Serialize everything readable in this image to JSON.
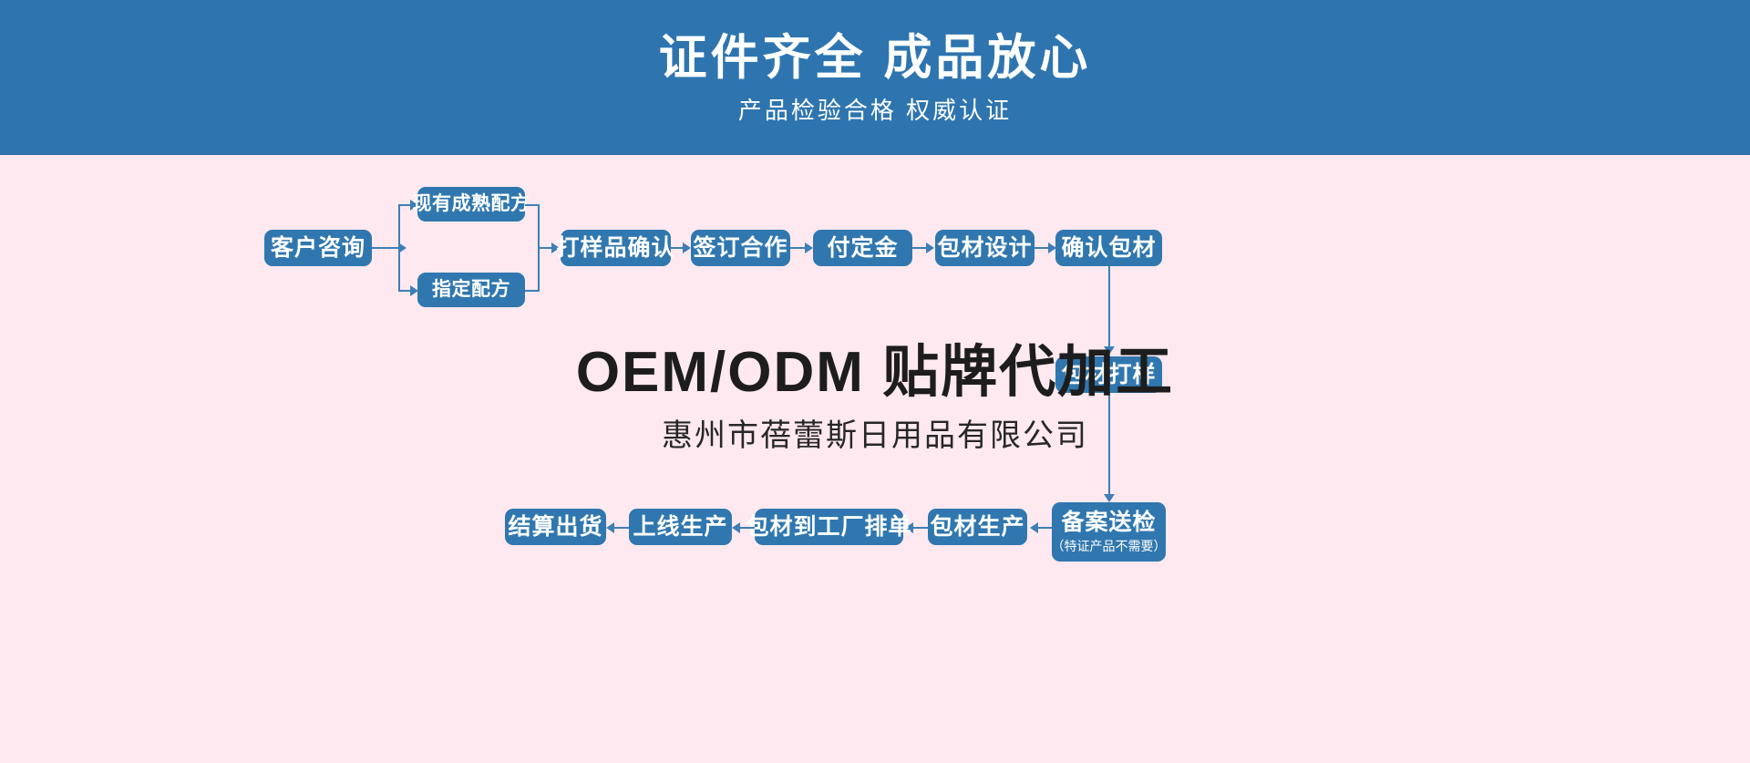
{
  "banner": {
    "title": "证件齐全 成品放心",
    "subtitle": "产品检验合格 权威认证",
    "bg_color": "#2e75b0",
    "text_color": "#ffffff"
  },
  "page": {
    "background_color": "#fde9ef",
    "node_color": "#3077af",
    "connector_color": "#3d7fb5"
  },
  "center": {
    "title": "OEM/ODM 贴牌代加工",
    "company": "惠州市蓓蕾斯日用品有限公司"
  },
  "flow": {
    "nodes": {
      "customer_inquiry": {
        "label": "客户咨询"
      },
      "existing_formula": {
        "label": "现有成熟配方"
      },
      "custom_formula": {
        "label": "指定配方"
      },
      "sample_confirm": {
        "label": "打样品确认"
      },
      "sign_contract": {
        "label": "签订合作"
      },
      "pay_deposit": {
        "label": "付定金"
      },
      "package_design": {
        "label": "包材设计"
      },
      "package_confirm": {
        "label": "确认包材"
      },
      "package_sample": {
        "label": "包材打样"
      },
      "filing_inspection": {
        "label": "备案送检",
        "sublabel": "（特证产品不需要）"
      },
      "package_production": {
        "label": "包材生产"
      },
      "package_to_factory": {
        "label": "包材到工厂排单"
      },
      "start_production": {
        "label": "上线生产"
      },
      "settle_shipment": {
        "label": "结算出货"
      }
    }
  }
}
